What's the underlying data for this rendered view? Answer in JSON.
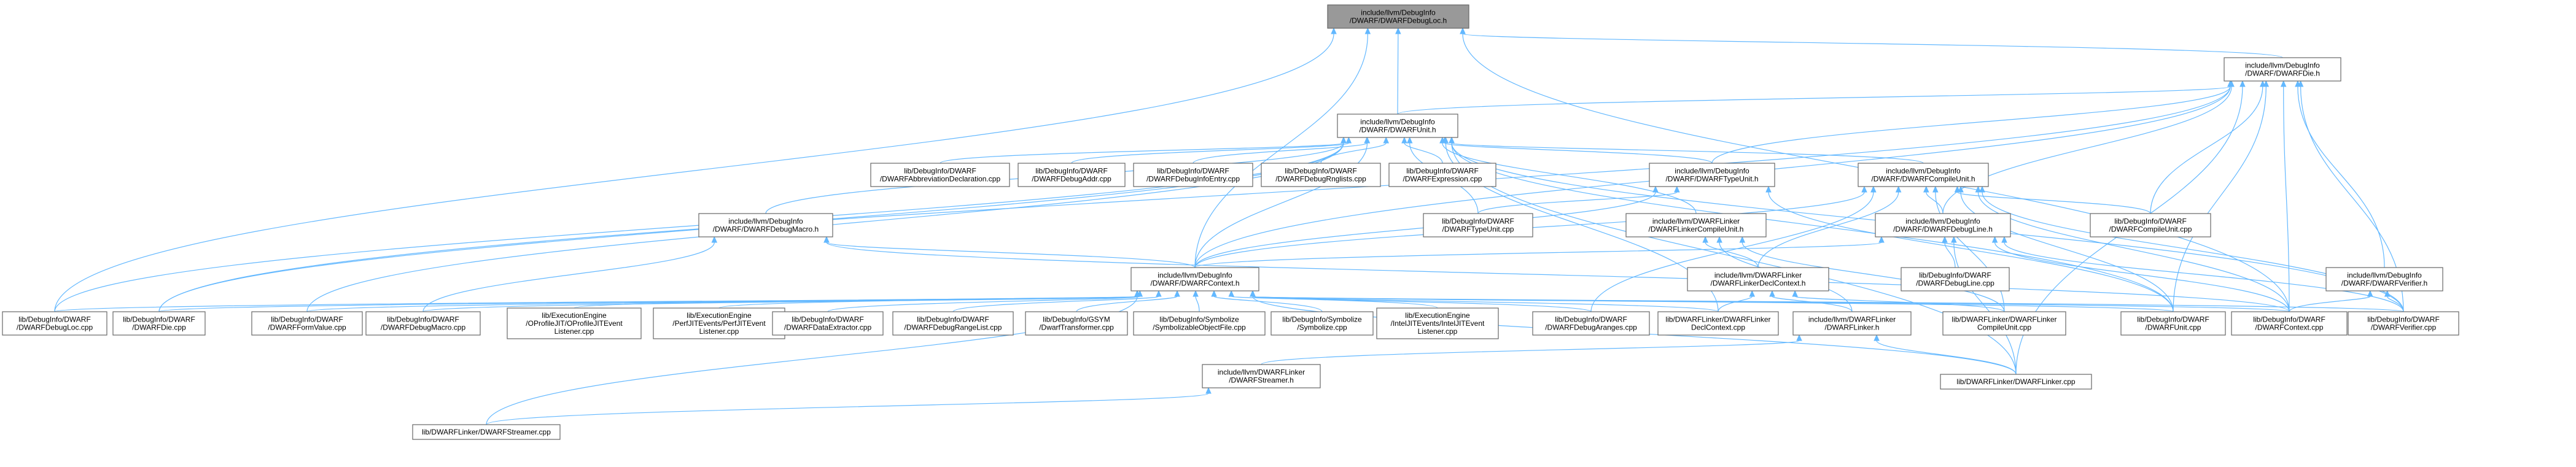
{
  "graph": {
    "title": "",
    "edge_color": "#63b8ff",
    "root_color": "#999999",
    "node_color": "#ffffff",
    "border_color": "#666666",
    "nodes": [
      {
        "id": "debugloc_h",
        "lines": [
          "include/llvm/DebugInfo",
          "/DWARF/DWARFDebugLoc.h"
        ],
        "root": true,
        "link": false
      },
      {
        "id": "die_h",
        "lines": [
          "include/llvm/DebugInfo",
          "/DWARF/DWARFDie.h"
        ],
        "root": false,
        "link": true
      },
      {
        "id": "unit_h",
        "lines": [
          "include/llvm/DebugInfo",
          "/DWARF/DWARFUnit.h"
        ],
        "root": false,
        "link": true
      },
      {
        "id": "abbrev_cpp",
        "lines": [
          "lib/DebugInfo/DWARF",
          "/DWARFAbbreviationDeclaration.cpp"
        ],
        "root": false,
        "link": true
      },
      {
        "id": "addr_cpp",
        "lines": [
          "lib/DebugInfo/DWARF",
          "/DWARFDebugAddr.cpp"
        ],
        "root": false,
        "link": true
      },
      {
        "id": "infoentry_cpp",
        "lines": [
          "lib/DebugInfo/DWARF",
          "/DWARFDebugInfoEntry.cpp"
        ],
        "root": false,
        "link": true
      },
      {
        "id": "rnglists_cpp",
        "lines": [
          "lib/DebugInfo/DWARF",
          "/DWARFDebugRnglists.cpp"
        ],
        "root": false,
        "link": true
      },
      {
        "id": "expr_cpp",
        "lines": [
          "lib/DebugInfo/DWARF",
          "/DWARFExpression.cpp"
        ],
        "root": false,
        "link": true
      },
      {
        "id": "typeunit_h",
        "lines": [
          "include/llvm/DebugInfo",
          "/DWARF/DWARFTypeUnit.h"
        ],
        "root": false,
        "link": true
      },
      {
        "id": "compileunit_h",
        "lines": [
          "include/llvm/DebugInfo",
          "/DWARF/DWARFCompileUnit.h"
        ],
        "root": false,
        "link": true
      },
      {
        "id": "debugmacro_h",
        "lines": [
          "include/llvm/DebugInfo",
          "/DWARF/DWARFDebugMacro.h"
        ],
        "root": false,
        "link": true
      },
      {
        "id": "typeunit_cpp",
        "lines": [
          "lib/DebugInfo/DWARF",
          "/DWARFTypeUnit.cpp"
        ],
        "root": false,
        "link": true
      },
      {
        "id": "linkercu_h",
        "lines": [
          "include/llvm/DWARFLinker",
          "/DWARFLinkerCompileUnit.h"
        ],
        "root": false,
        "link": true
      },
      {
        "id": "debugline_h",
        "lines": [
          "include/llvm/DebugInfo",
          "/DWARF/DWARFDebugLine.h"
        ],
        "root": false,
        "link": true
      },
      {
        "id": "compileunit_cpp",
        "lines": [
          "lib/DebugInfo/DWARF",
          "/DWARFCompileUnit.cpp"
        ],
        "root": false,
        "link": true
      },
      {
        "id": "context_h",
        "lines": [
          "include/llvm/DebugInfo",
          "/DWARF/DWARFContext.h"
        ],
        "root": false,
        "link": true
      },
      {
        "id": "linkerdecl_h",
        "lines": [
          "include/llvm/DWARFLinker",
          "/DWARFLinkerDeclContext.h"
        ],
        "root": false,
        "link": true
      },
      {
        "id": "debugline_cpp",
        "lines": [
          "lib/DebugInfo/DWARF",
          "/DWARFDebugLine.cpp"
        ],
        "root": false,
        "link": true
      },
      {
        "id": "verifier_h",
        "lines": [
          "include/llvm/DebugInfo",
          "/DWARF/DWARFVerifier.h"
        ],
        "root": false,
        "link": true
      },
      {
        "id": "debugloc_cpp",
        "lines": [
          "lib/DebugInfo/DWARF",
          "/DWARFDebugLoc.cpp"
        ],
        "root": false,
        "link": true
      },
      {
        "id": "die_cpp",
        "lines": [
          "lib/DebugInfo/DWARF",
          "/DWARFDie.cpp"
        ],
        "root": false,
        "link": true
      },
      {
        "id": "formvalue_cpp",
        "lines": [
          "lib/DebugInfo/DWARF",
          "/DWARFFormValue.cpp"
        ],
        "root": false,
        "link": true
      },
      {
        "id": "debugmacro_cpp",
        "lines": [
          "lib/DebugInfo/DWARF",
          "/DWARFDebugMacro.cpp"
        ],
        "root": false,
        "link": true
      },
      {
        "id": "oprofile_cpp",
        "lines": [
          "lib/ExecutionEngine",
          "/OProfileJIT/OProfileJITEvent",
          "Listener.cpp"
        ],
        "root": false,
        "link": true
      },
      {
        "id": "perfjit_cpp",
        "lines": [
          "lib/ExecutionEngine",
          "/PerfJITEvents/PerfJITEvent",
          "Listener.cpp"
        ],
        "root": false,
        "link": true
      },
      {
        "id": "dataext_cpp",
        "lines": [
          "lib/DebugInfo/DWARF",
          "/DWARFDataExtractor.cpp"
        ],
        "root": false,
        "link": true
      },
      {
        "id": "rangelist_cpp",
        "lines": [
          "lib/DebugInfo/DWARF",
          "/DWARFDebugRangeList.cpp"
        ],
        "root": false,
        "link": true
      },
      {
        "id": "gsym_cpp",
        "lines": [
          "lib/DebugInfo/GSYM",
          "/DwarfTransformer.cpp"
        ],
        "root": false,
        "link": true
      },
      {
        "id": "symobj_cpp",
        "lines": [
          "lib/DebugInfo/Symbolize",
          "/SymbolizableObjectFile.cpp"
        ],
        "root": false,
        "link": true
      },
      {
        "id": "symbolize_cpp",
        "lines": [
          "lib/DebugInfo/Symbolize",
          "/Symbolize.cpp"
        ],
        "root": false,
        "link": true
      },
      {
        "id": "intel_cpp",
        "lines": [
          "lib/ExecutionEngine",
          "/IntelJITEvents/IntelJITEvent",
          "Listener.cpp"
        ],
        "root": false,
        "link": true
      },
      {
        "id": "aranges_cpp",
        "lines": [
          "lib/DebugInfo/DWARF",
          "/DWARFDebugAranges.cpp"
        ],
        "root": false,
        "link": true
      },
      {
        "id": "linkerdecl_cpp",
        "lines": [
          "lib/DWARFLinker/DWARFLinker",
          "DeclContext.cpp"
        ],
        "root": false,
        "link": true
      },
      {
        "id": "linker_h",
        "lines": [
          "include/llvm/DWARFLinker",
          "/DWARFLinker.h"
        ],
        "root": false,
        "link": true
      },
      {
        "id": "linkercu_cpp",
        "lines": [
          "lib/DWARFLinker/DWARFLinker",
          "CompileUnit.cpp"
        ],
        "root": false,
        "link": true
      },
      {
        "id": "unit_cpp",
        "lines": [
          "lib/DebugInfo/DWARF",
          "/DWARFUnit.cpp"
        ],
        "root": false,
        "link": true
      },
      {
        "id": "context_cpp",
        "lines": [
          "lib/DebugInfo/DWARF",
          "/DWARFContext.cpp"
        ],
        "root": false,
        "link": true
      },
      {
        "id": "verifier_cpp",
        "lines": [
          "lib/DebugInfo/DWARF",
          "/DWARFVerifier.cpp"
        ],
        "root": false,
        "link": true
      },
      {
        "id": "streamer_h",
        "lines": [
          "include/llvm/DWARFLinker",
          "/DWARFStreamer.h"
        ],
        "root": false,
        "link": true
      },
      {
        "id": "linker_cpp",
        "lines": [
          "lib/DWARFLinker/DWARFLinker.cpp"
        ],
        "root": false,
        "link": true
      },
      {
        "id": "streamer_cpp",
        "lines": [
          "lib/DWARFLinker/DWARFStreamer.cpp"
        ],
        "root": false,
        "link": true
      }
    ],
    "edges": [
      [
        "die_h",
        "debugloc_h"
      ],
      [
        "unit_h",
        "debugloc_h"
      ],
      [
        "context_h",
        "debugloc_h"
      ],
      [
        "debugloc_cpp",
        "debugloc_h"
      ],
      [
        "context_cpp",
        "debugloc_h"
      ],
      [
        "unit_h",
        "die_h"
      ],
      [
        "context_h",
        "die_h"
      ],
      [
        "typeunit_h",
        "die_h"
      ],
      [
        "compileunit_cpp",
        "die_h"
      ],
      [
        "verifier_h",
        "die_h"
      ],
      [
        "die_cpp",
        "die_h"
      ],
      [
        "unit_cpp",
        "die_h"
      ],
      [
        "context_cpp",
        "die_h"
      ],
      [
        "verifier_cpp",
        "die_h"
      ],
      [
        "linker_cpp",
        "die_h"
      ],
      [
        "debugline_h",
        "die_h"
      ],
      [
        "abbrev_cpp",
        "unit_h"
      ],
      [
        "addr_cpp",
        "unit_h"
      ],
      [
        "infoentry_cpp",
        "unit_h"
      ],
      [
        "rnglists_cpp",
        "unit_h"
      ],
      [
        "expr_cpp",
        "unit_h"
      ],
      [
        "typeunit_h",
        "unit_h"
      ],
      [
        "compileunit_h",
        "unit_h"
      ],
      [
        "debugmacro_h",
        "unit_h"
      ],
      [
        "typeunit_cpp",
        "unit_h"
      ],
      [
        "linkercu_h",
        "unit_h"
      ],
      [
        "context_h",
        "unit_h"
      ],
      [
        "die_cpp",
        "unit_h"
      ],
      [
        "formvalue_cpp",
        "unit_h"
      ],
      [
        "debugloc_cpp",
        "unit_h"
      ],
      [
        "unit_cpp",
        "unit_h"
      ],
      [
        "verifier_cpp",
        "unit_h"
      ],
      [
        "linkerdecl_cpp",
        "unit_h"
      ],
      [
        "linker_cpp",
        "unit_h"
      ],
      [
        "typeunit_cpp",
        "typeunit_h"
      ],
      [
        "context_h",
        "typeunit_h"
      ],
      [
        "unit_cpp",
        "typeunit_h"
      ],
      [
        "compileunit_cpp",
        "compileunit_h"
      ],
      [
        "debugline_h",
        "compileunit_h"
      ],
      [
        "context_h",
        "compileunit_h"
      ],
      [
        "linkerdecl_h",
        "compileunit_h"
      ],
      [
        "unit_cpp",
        "compileunit_h"
      ],
      [
        "context_cpp",
        "compileunit_h"
      ],
      [
        "verifier_cpp",
        "compileunit_h"
      ],
      [
        "aranges_cpp",
        "compileunit_h"
      ],
      [
        "linkercu_cpp",
        "compileunit_h"
      ],
      [
        "context_h",
        "debugmacro_h"
      ],
      [
        "debugmacro_cpp",
        "debugmacro_h"
      ],
      [
        "context_cpp",
        "debugmacro_h"
      ],
      [
        "linkerdecl_h",
        "linkercu_h"
      ],
      [
        "linker_h",
        "linkercu_h"
      ],
      [
        "linkercu_cpp",
        "linkercu_h"
      ],
      [
        "context_h",
        "debugline_h"
      ],
      [
        "debugline_cpp",
        "debugline_h"
      ],
      [
        "context_cpp",
        "debugline_h"
      ],
      [
        "verifier_cpp",
        "debugline_h"
      ],
      [
        "linker_cpp",
        "debugline_h"
      ],
      [
        "debugloc_cpp",
        "context_h"
      ],
      [
        "die_cpp",
        "context_h"
      ],
      [
        "formvalue_cpp",
        "context_h"
      ],
      [
        "debugmacro_cpp",
        "context_h"
      ],
      [
        "oprofile_cpp",
        "context_h"
      ],
      [
        "perfjit_cpp",
        "context_h"
      ],
      [
        "dataext_cpp",
        "context_h"
      ],
      [
        "rangelist_cpp",
        "context_h"
      ],
      [
        "gsym_cpp",
        "context_h"
      ],
      [
        "symobj_cpp",
        "context_h"
      ],
      [
        "symbolize_cpp",
        "context_h"
      ],
      [
        "intel_cpp",
        "context_h"
      ],
      [
        "aranges_cpp",
        "context_h"
      ],
      [
        "linkerdecl_cpp",
        "context_h"
      ],
      [
        "unit_cpp",
        "context_h"
      ],
      [
        "context_cpp",
        "context_h"
      ],
      [
        "verifier_cpp",
        "context_h"
      ],
      [
        "linker_cpp",
        "context_h"
      ],
      [
        "streamer_cpp",
        "context_h"
      ],
      [
        "linkerdecl_cpp",
        "linkerdecl_h"
      ],
      [
        "linker_h",
        "linkerdecl_h"
      ],
      [
        "linkercu_cpp",
        "linkerdecl_h"
      ],
      [
        "context_cpp",
        "verifier_h"
      ],
      [
        "verifier_cpp",
        "verifier_h"
      ],
      [
        "streamer_h",
        "linker_h"
      ],
      [
        "linker_cpp",
        "linker_h"
      ],
      [
        "streamer_cpp",
        "streamer_h"
      ]
    ]
  }
}
